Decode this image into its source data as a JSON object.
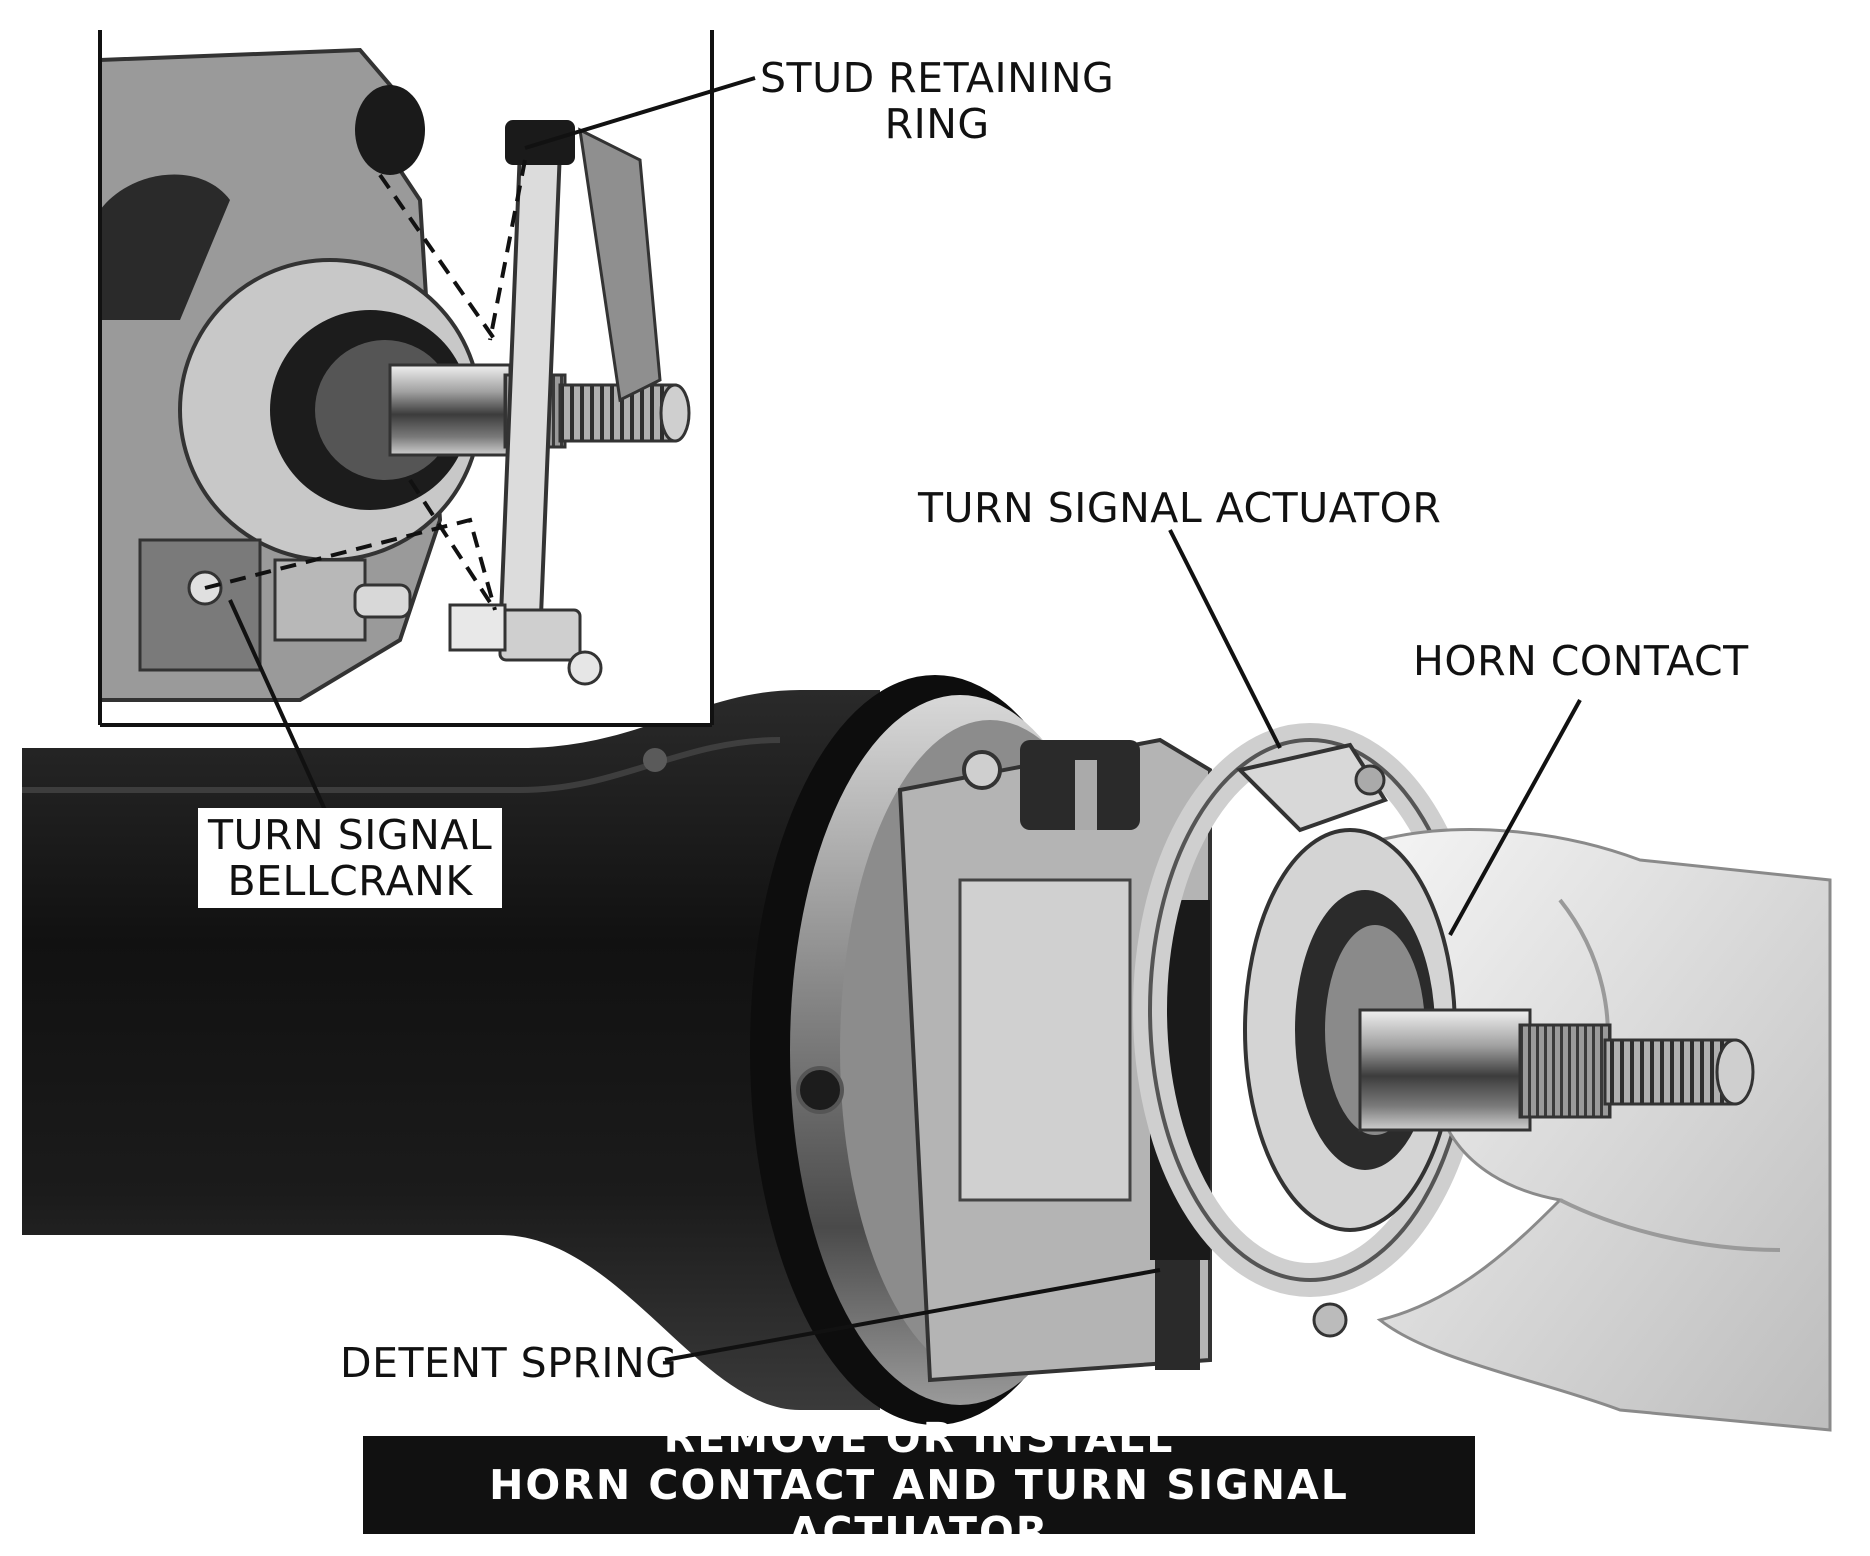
{
  "labels": {
    "stud_retaining_ring": [
      "STUD RETAINING",
      "RING"
    ],
    "turn_signal_actuator": "TURN SIGNAL ACTUATOR",
    "horn_contact": "HORN CONTACT",
    "turn_signal_bellcrank": [
      "TURN SIGNAL",
      "BELLCRANK"
    ],
    "detent_spring": "DETENT SPRING"
  },
  "caption": {
    "line1": "REMOVE OR INSTALL",
    "line2": "HORN CONTACT AND TURN SIGNAL ACTUATOR"
  }
}
